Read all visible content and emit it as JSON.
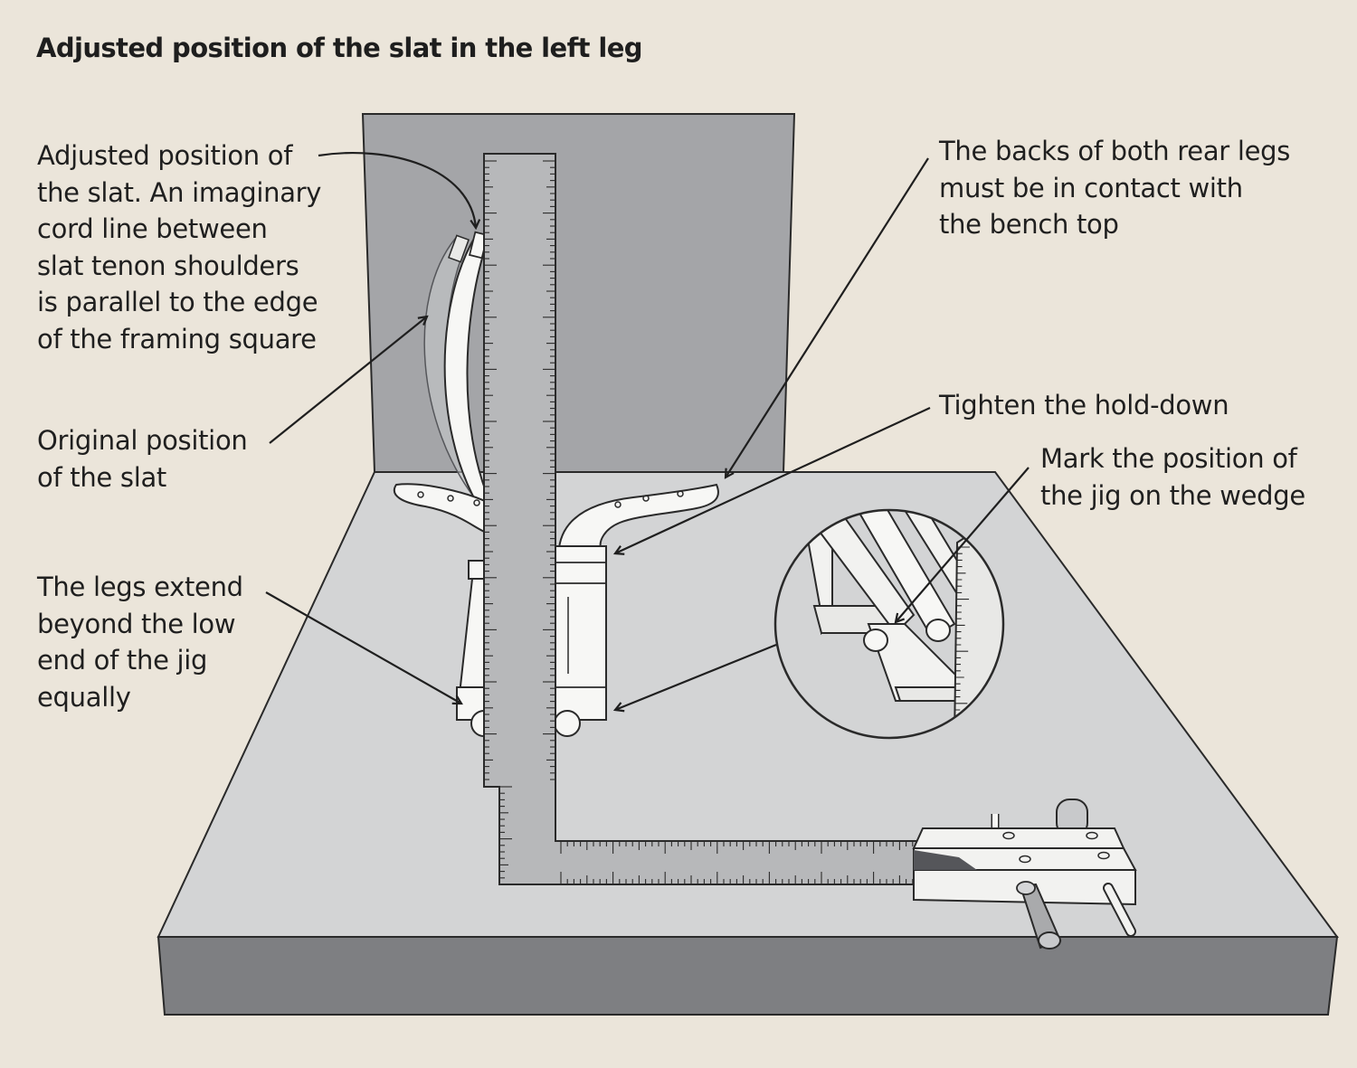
{
  "title": "Adjusted position of the slat in the left leg",
  "labels": {
    "adjusted": {
      "lines": [
        "Adjusted position of",
        "the slat. An imaginary",
        "cord line between",
        "slat tenon shoulders",
        "is parallel to the edge",
        "of the framing square"
      ]
    },
    "original": {
      "lines": [
        "Original position",
        "of the slat"
      ]
    },
    "legs_extend": {
      "lines": [
        "The legs extend",
        "beyond the low",
        "end of the jig",
        "equally"
      ]
    },
    "backs": {
      "lines": [
        "The backs of both rear legs",
        "must be in contact with",
        "the bench top"
      ]
    },
    "holddown": {
      "lines": [
        "Tighten the hold-down"
      ]
    },
    "mark": {
      "lines": [
        "Mark the position of",
        "the jig on the wedge"
      ]
    }
  },
  "colors": {
    "background": "#ebe5da",
    "bench_top": "#d3d4d5",
    "bench_front": "#7e7f82",
    "backboard": "#a4a5a8",
    "framing_square": "#b7b8ba",
    "parts": "#f7f7f5",
    "ink": "#1f1f1f"
  }
}
